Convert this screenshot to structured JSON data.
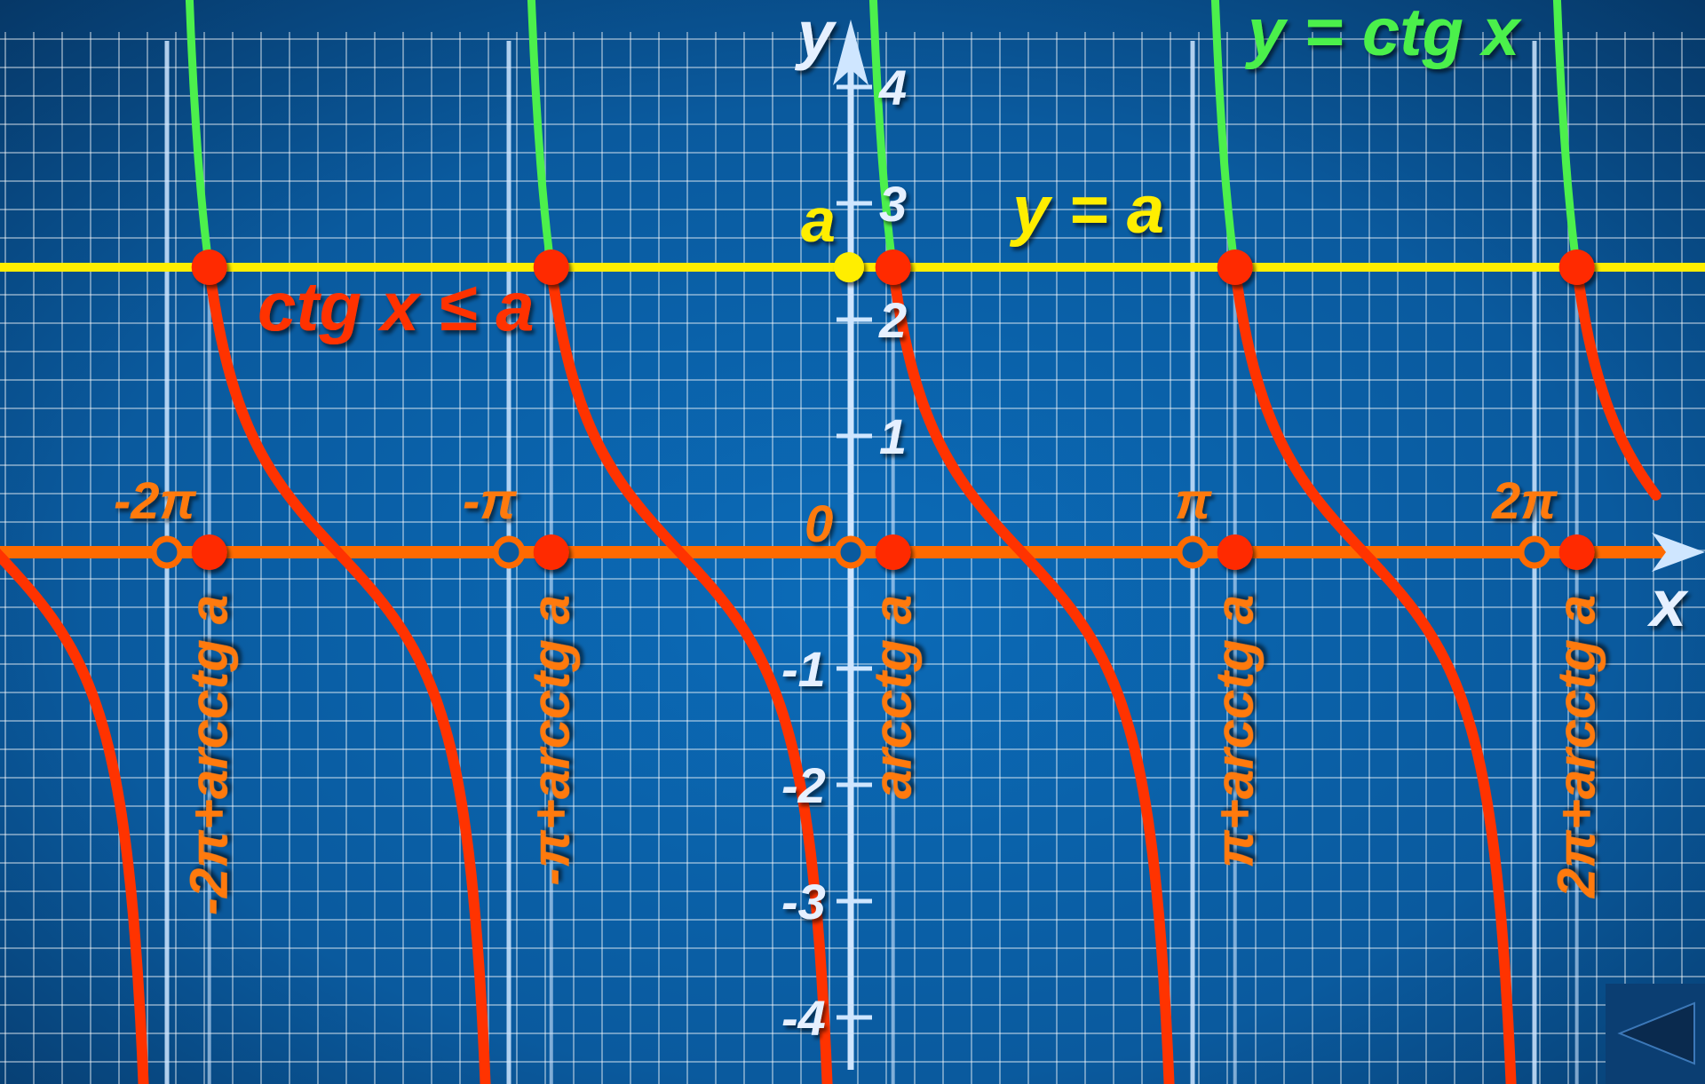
{
  "chart_data": {
    "type": "line",
    "title": "",
    "xlabel": "x",
    "ylabel": "y",
    "ylim": [
      -4.5,
      4.6
    ],
    "xlim": [
      -7.8,
      7.2
    ],
    "y_ticks": [
      -4,
      -3,
      -2,
      -1,
      1,
      2,
      3,
      4
    ],
    "a_value": 2.45,
    "series": [
      {
        "name": "y = ctg x",
        "function": "cot",
        "color": "#4cf04c"
      },
      {
        "name": "y = a",
        "function": "constant",
        "value": 2.45,
        "color": "#ffee00"
      }
    ],
    "highlight": {
      "label": "ctg x ≤ a",
      "color": "#ff3300"
    },
    "pi_labels": [
      {
        "text": "-2π",
        "x": -6.2832
      },
      {
        "text": "-π",
        "x": -3.1416
      },
      {
        "text": "0",
        "x": 0
      },
      {
        "text": "π",
        "x": 3.1416
      },
      {
        "text": "2π",
        "x": 6.2832
      }
    ],
    "root_labels": [
      {
        "text": "-2π+arcctg a",
        "x": -5.894
      },
      {
        "text": "-π+arcctg a",
        "x": -2.752
      },
      {
        "text": "arcctg a",
        "x": 0.389
      },
      {
        "text": "π+arcctg a",
        "x": 3.531
      },
      {
        "text": "2π+arcctg a",
        "x": 6.672
      }
    ],
    "a_label": "a",
    "origin_label": "0",
    "grid": true,
    "colors": {
      "background": "#0a5a9e",
      "grid": "#ffffff",
      "axis": "#cfe6ff",
      "x_axis_line": "#ff6a00",
      "ctg_curve": "#4cf04c",
      "solution": "#ff3300",
      "a_line": "#ffee00",
      "root_point": "#ff2a00",
      "a_point": "#ffee00"
    }
  },
  "nav": {
    "back_icon": "triangle-left-icon"
  }
}
